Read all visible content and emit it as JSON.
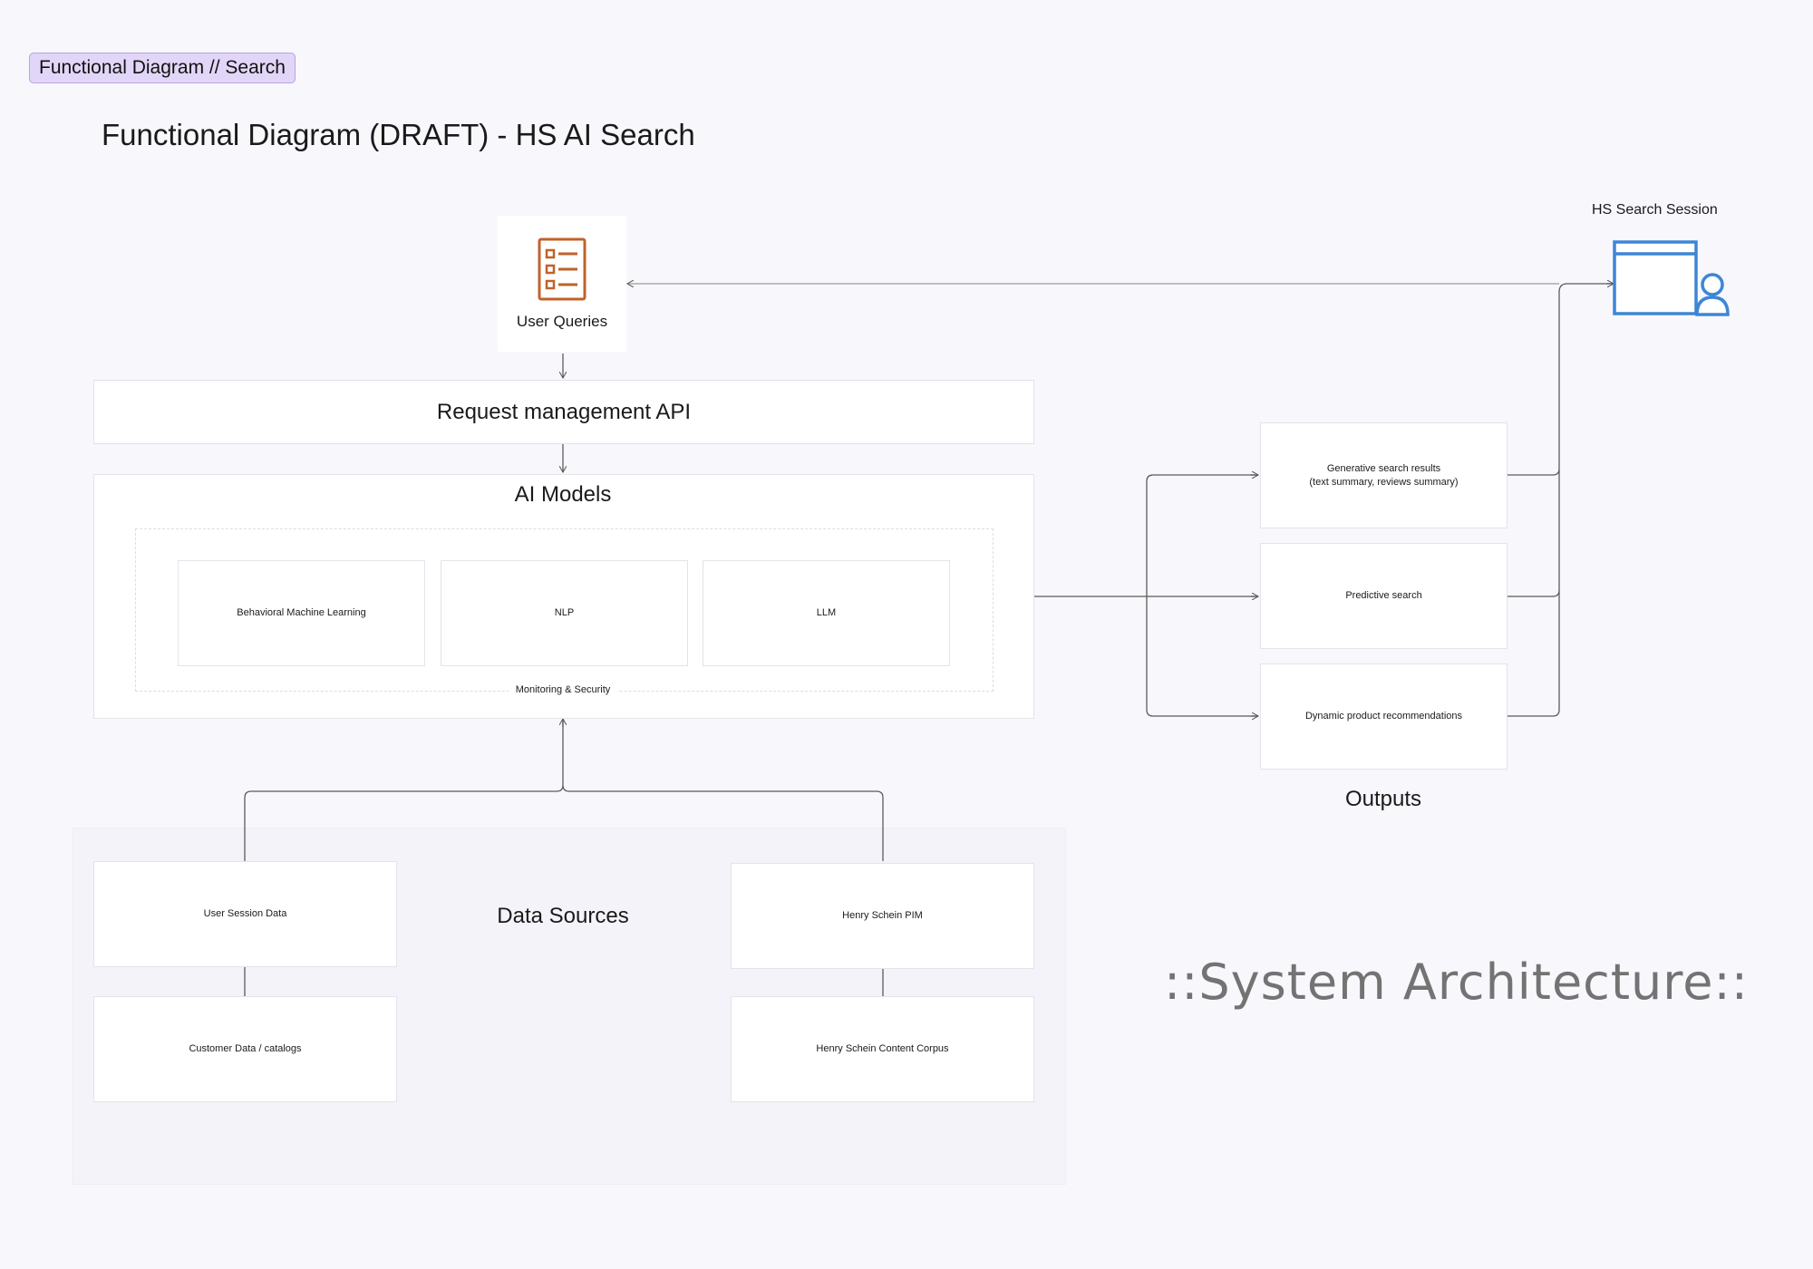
{
  "tag": "Functional Diagram // Search",
  "title": "Functional Diagram (DRAFT) - HS AI Search",
  "user_queries": {
    "label": "User Queries",
    "icon": "checklist-icon",
    "icon_color": "#c0622a"
  },
  "request_api": "Request management API",
  "ai_models": {
    "title": "AI Models",
    "items": [
      "Behavioral Machine Learning",
      "NLP",
      "LLM"
    ],
    "group_label": "Monitoring & Security"
  },
  "outputs": {
    "title": "Outputs",
    "items": [
      {
        "line1": "Generative search results",
        "line2": "(text summary, reviews summary)"
      },
      {
        "line1": "Predictive search",
        "line2": ""
      },
      {
        "line1": "Dynamic product recommendations",
        "line2": ""
      }
    ]
  },
  "session": {
    "label": "HS Search Session",
    "icon": "browser-user-icon",
    "icon_color": "#3d86d6"
  },
  "data_sources": {
    "title": "Data Sources",
    "left": [
      "User Session Data",
      "Customer Data / catalogs"
    ],
    "right": [
      "Henry Schein PIM",
      "Henry Schein Content Corpus"
    ]
  },
  "footer": "::System Architecture::"
}
